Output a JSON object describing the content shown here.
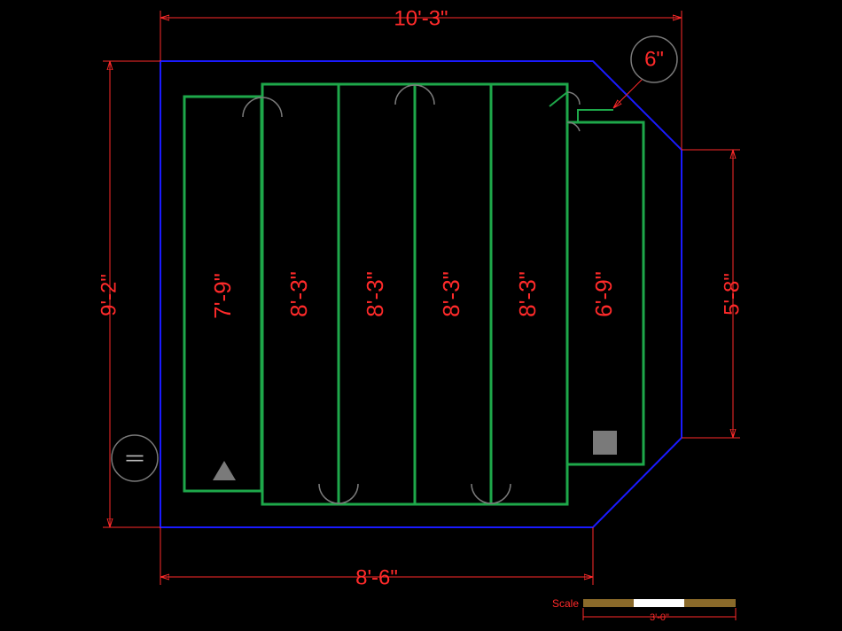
{
  "colors": {
    "background": "#000000",
    "outline": "#0000ff",
    "cabinet": "#1ea84a",
    "dimension": "#ff2a2a",
    "fixture": "#7a7a7a",
    "scale_dark": "#8a6a2a",
    "scale_light": "#ffffff"
  },
  "dimensions": {
    "top_width": "10'-3\"",
    "bottom_width": "8'-6\"",
    "left_height": "9'-2\"",
    "right_height": "5'-8\"",
    "corner_callout": "6\""
  },
  "panels": [
    {
      "label": "7'-9\""
    },
    {
      "label": "8'-3\""
    },
    {
      "label": "8'-3\""
    },
    {
      "label": "8'-3\""
    },
    {
      "label": "8'-3\""
    },
    {
      "label": "6'-9\""
    }
  ],
  "symbols": {
    "side_marker": "||"
  },
  "scale": {
    "label": "Scale",
    "value": "3'-0\""
  }
}
